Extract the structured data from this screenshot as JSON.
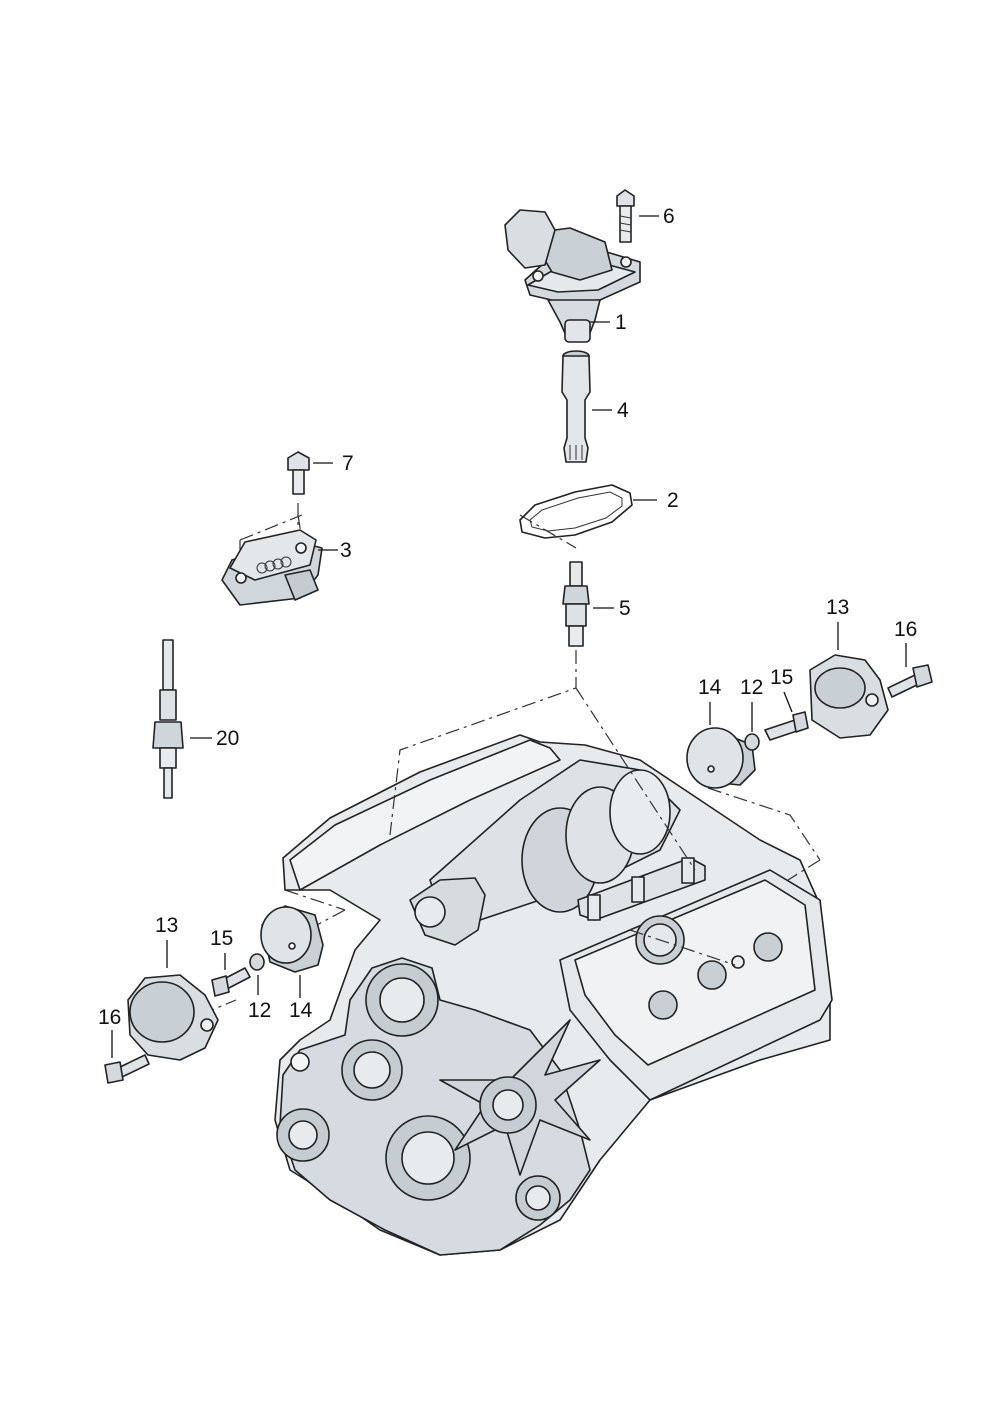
{
  "labels": {
    "p1": "1",
    "p2": "2",
    "p3": "3",
    "p4": "4",
    "p5": "5",
    "p6": "6",
    "p7": "7",
    "p20": "20",
    "p13_right": "13",
    "p16_right": "16",
    "p14_right": "14",
    "p12_right": "12",
    "p15_right": "15",
    "p13_left": "13",
    "p15_left": "15",
    "p16_left": "16",
    "p12_left": "12",
    "p14_left": "14"
  },
  "colors": {
    "part_fill": "#dfe3e6",
    "part_shadow": "#b9c0c6",
    "engine_fill": "#eceff1",
    "engine_shadow": "#cdd3d8",
    "line": "#222222"
  }
}
